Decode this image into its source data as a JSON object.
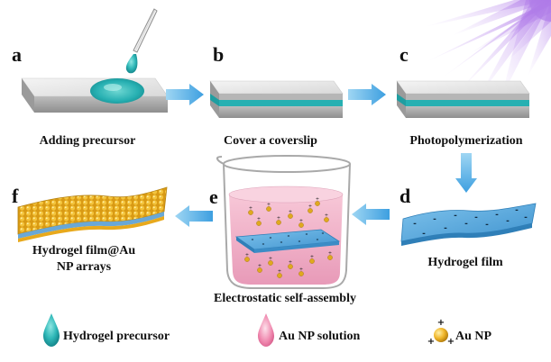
{
  "panels": [
    {
      "letter": "a",
      "caption": "Adding precursor"
    },
    {
      "letter": "b",
      "caption": "Cover a coverslip"
    },
    {
      "letter": "c",
      "caption": "Photopolymerization"
    },
    {
      "letter": "d",
      "caption": "Hydrogel film"
    },
    {
      "letter": "e",
      "caption": "Electrostatic self-assembly"
    },
    {
      "letter": "f",
      "caption_line1": "Hydrogel film@Au",
      "caption_line2": "NP arrays"
    }
  ],
  "legend": [
    {
      "label": "Hydrogel precursor",
      "icon": "teal-droplet-icon"
    },
    {
      "label": "Au NP solution",
      "icon": "pink-droplet-icon"
    },
    {
      "label": "Au NP",
      "icon": "gold-nanoparticle-icon"
    }
  ],
  "charges": {
    "negative": "-",
    "positive": "+"
  },
  "colors": {
    "teal": "#2ab5b8",
    "slab_top": "#e6e6e6",
    "slab_side": "#a9a9a9",
    "arrow": "#4aa8e0",
    "hydrogel": "#5aa9dc",
    "gold": "#e0a91e",
    "pink": "#f2a9c4",
    "uv": "#b58be6"
  }
}
